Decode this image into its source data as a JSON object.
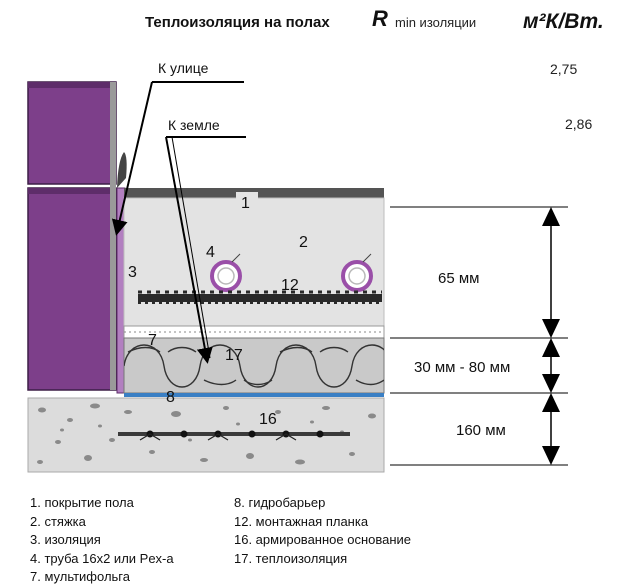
{
  "header": {
    "title": "Теплоизоляция на полах",
    "r_symbol": "R",
    "r_caption": "min изоляции",
    "unit": "м²К/Вт."
  },
  "values": {
    "outside": "2,75",
    "ground": "2,86"
  },
  "callouts": {
    "outside": "К улице",
    "ground": "К земле"
  },
  "layer_numbers": [
    "1",
    "2",
    "3",
    "4",
    "12",
    "7",
    "17",
    "8",
    "16"
  ],
  "dimensions": {
    "screed": "65 мм",
    "insulation": "30 мм - 80 мм",
    "base": "160 мм"
  },
  "legend_left": [
    "1. покрытие пола",
    "2. стяжка",
    "3. изоляция",
    "4. труба 16х2 или Pex-a",
    "7. мультифольга"
  ],
  "legend_right": [
    "8. гидробарьер",
    "12. монтажная планка",
    "16. армированное основание",
    "17. теплоизоляция"
  ],
  "colors": {
    "wall": "#7d3f8a",
    "wall_edge": "#3d1f47",
    "floor_cover": "#545454",
    "screed": "#e3e3e3",
    "insulation": "#c9c9c9",
    "hydro_barrier": "#3a7fc4",
    "concrete": "#dcdcdc"
  }
}
